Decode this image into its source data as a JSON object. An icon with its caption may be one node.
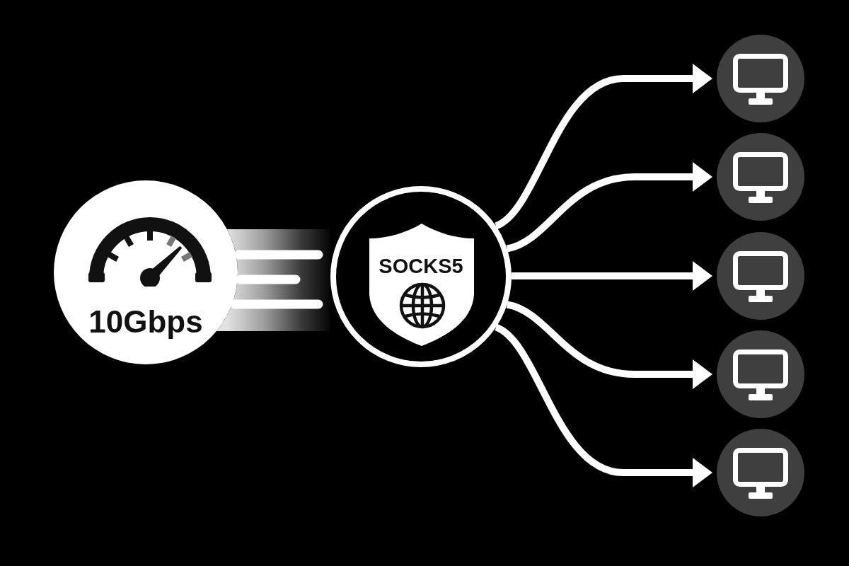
{
  "diagram": {
    "nodes": [
      {
        "text": [
          "10Gbps"
        ]
      },
      {
        "text": [
          "SOCKS5"
        ]
      },
      {
        "text": [],
        "shape": "circle"
      },
      {
        "text": [],
        "shape": "circle"
      },
      {
        "text": [],
        "shape": "circle"
      },
      {
        "text": [],
        "shape": "circle"
      },
      {
        "text": [],
        "shape": "circle"
      }
    ],
    "edges": [
      {
        "from": 0,
        "to": 1,
        "arrow": "none",
        "style": "thick"
      },
      {
        "from": 1,
        "to": 2,
        "arrow": "to"
      },
      {
        "from": 1,
        "to": 3,
        "arrow": "to"
      },
      {
        "from": 1,
        "to": 4,
        "arrow": "to"
      },
      {
        "from": 1,
        "to": 5,
        "arrow": "to"
      },
      {
        "from": 1,
        "to": 6,
        "arrow": "to"
      }
    ]
  }
}
